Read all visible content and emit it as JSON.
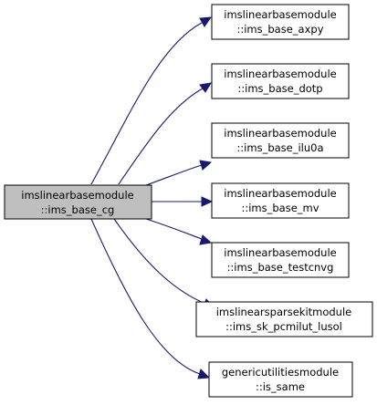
{
  "colors": {
    "edge": "#191970",
    "source_fill": "#bfbfbf",
    "target_fill": "#ffffff",
    "border": "#000000"
  },
  "source": {
    "line1": "imslinearbasemodule",
    "line2": "::ims_base_cg"
  },
  "targets": [
    {
      "line1": "imslinearbasemodule",
      "line2": "::ims_base_axpy"
    },
    {
      "line1": "imslinearbasemodule",
      "line2": "::ims_base_dotp"
    },
    {
      "line1": "imslinearbasemodule",
      "line2": "::ims_base_ilu0a"
    },
    {
      "line1": "imslinearbasemodule",
      "line2": "::ims_base_mv"
    },
    {
      "line1": "imslinearbasemodule",
      "line2": "::ims_base_testcnvg"
    },
    {
      "line1": "imslinearsparsekitmodule",
      "line2": "::ims_sk_pcmilut_lusol"
    },
    {
      "line1": "genericutilitiesmodule",
      "line2": "::is_same"
    }
  ]
}
